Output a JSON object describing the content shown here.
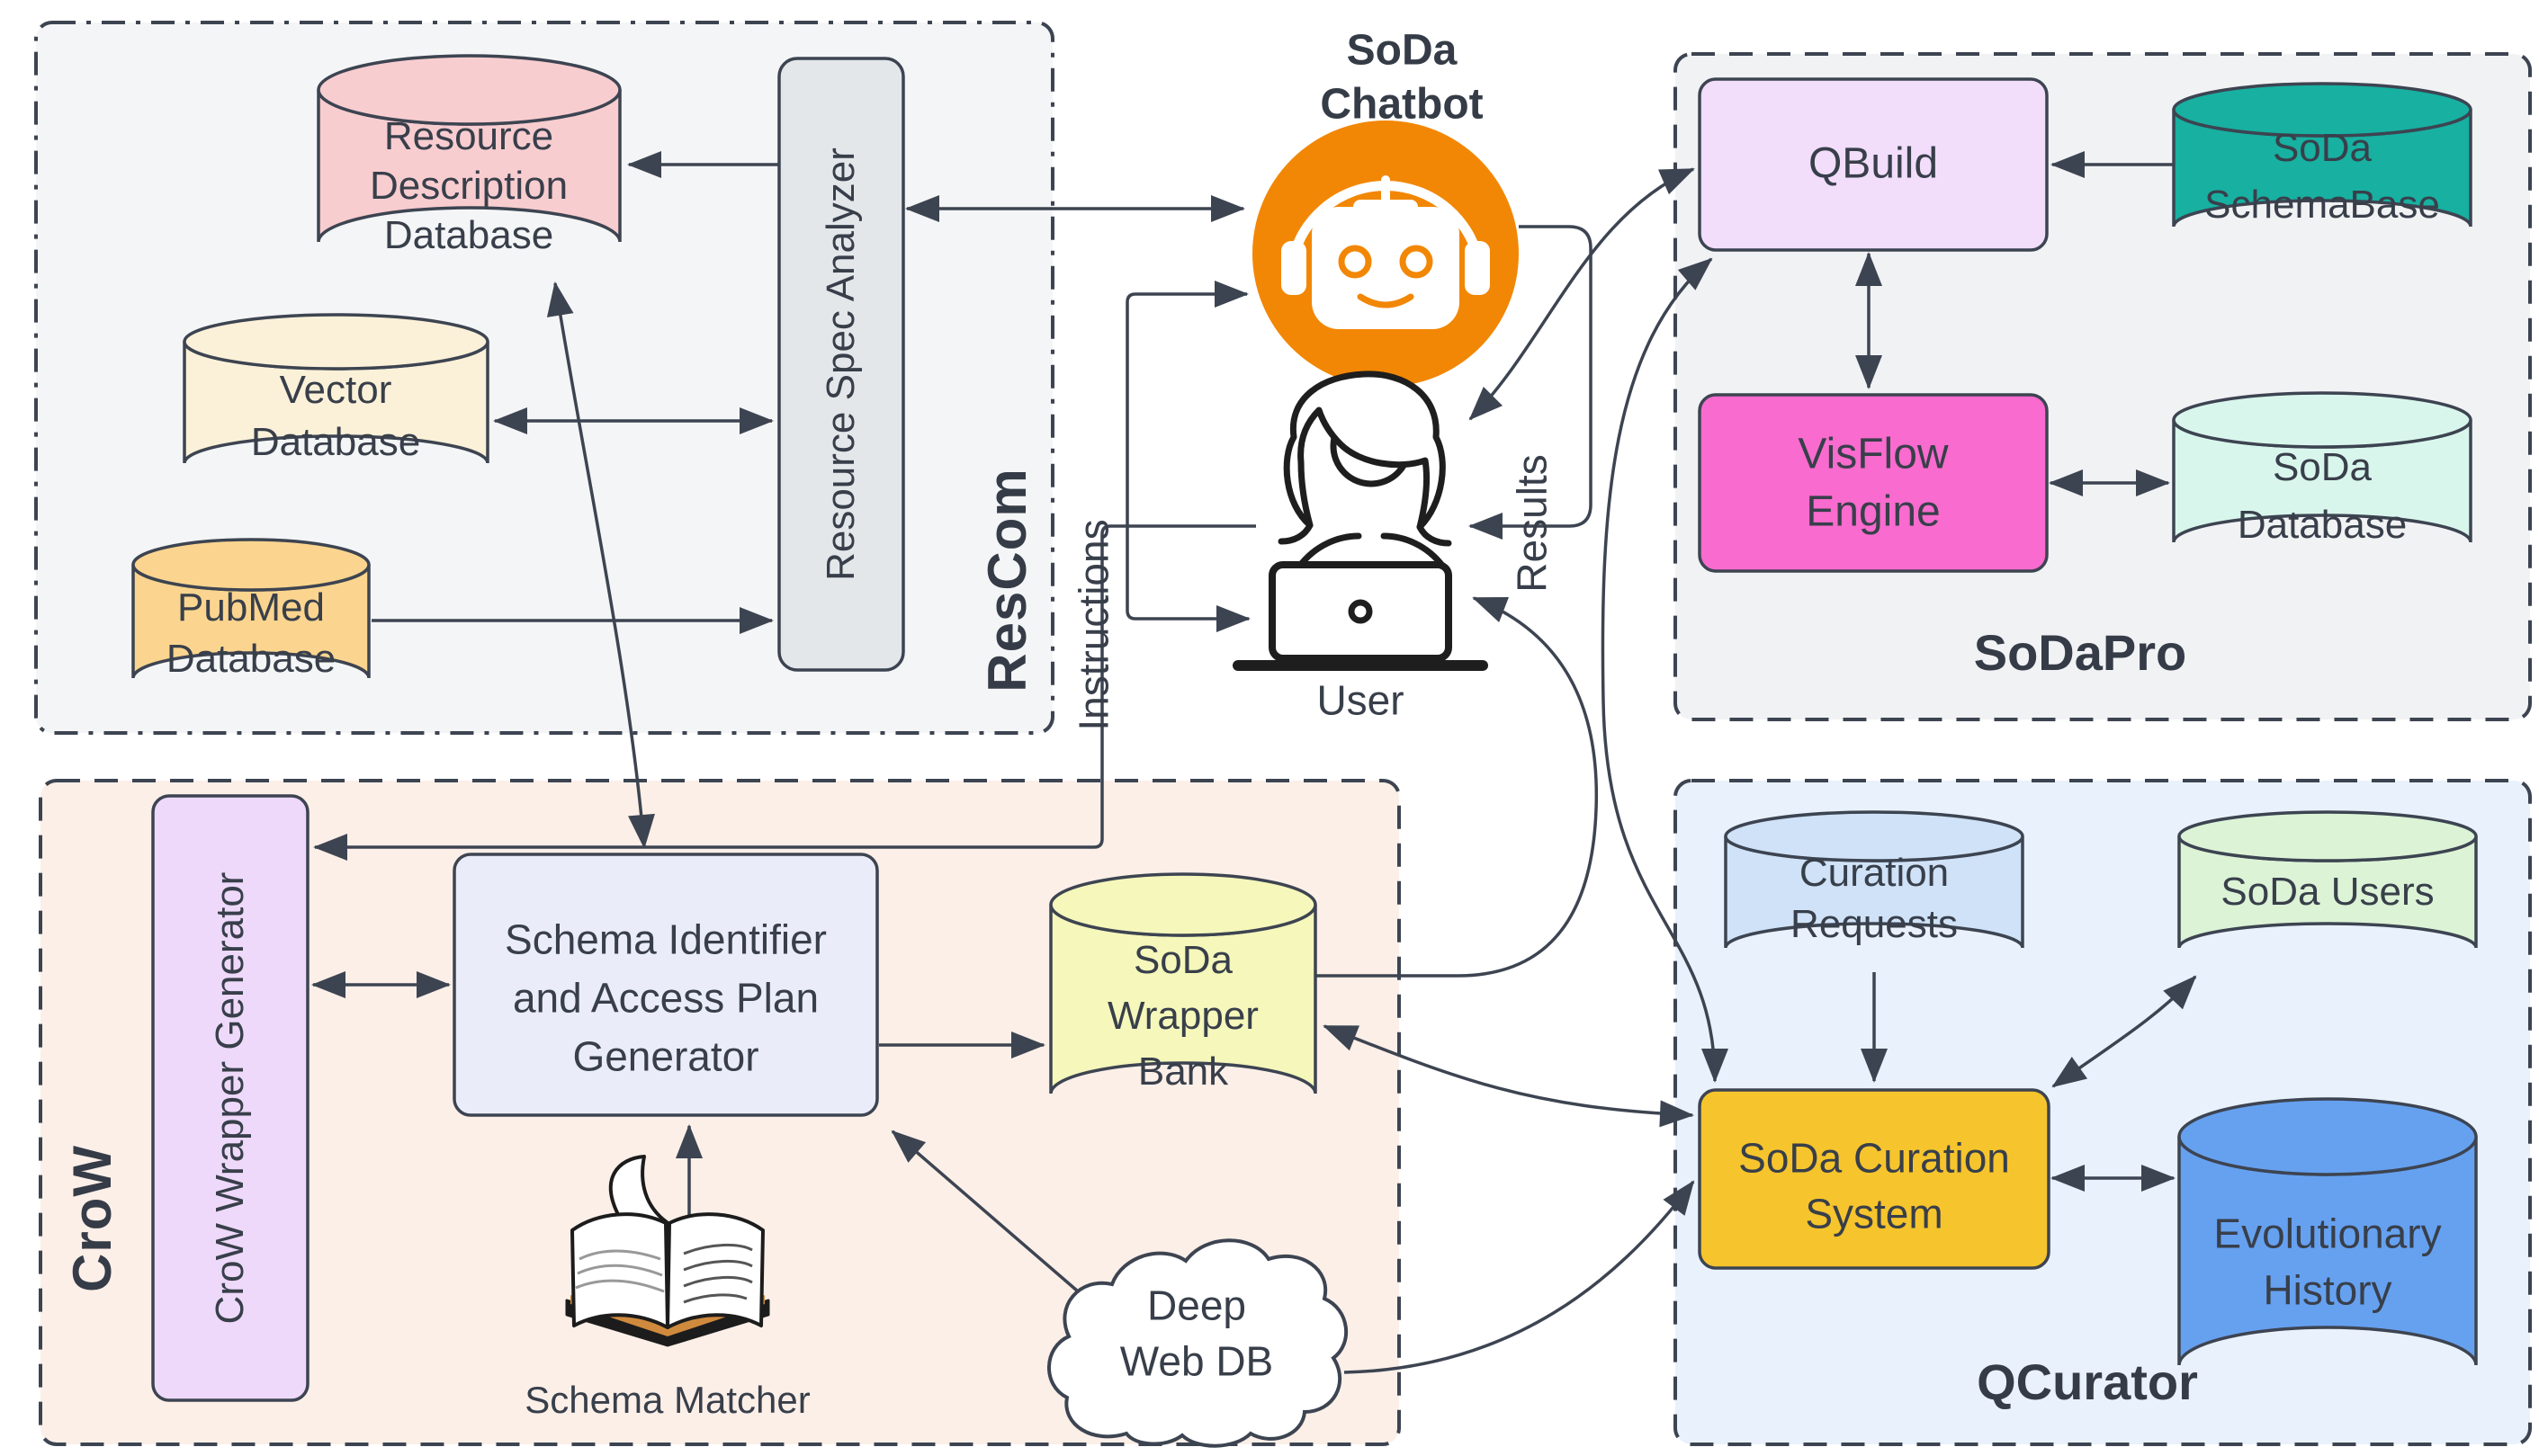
{
  "sections": {
    "rescom": {
      "label": "ResCom"
    },
    "sodapro": {
      "label": "SoDaPro"
    },
    "crow": {
      "label": "CroW"
    },
    "qcurator": {
      "label": "QCurator"
    }
  },
  "chatbot": {
    "title_line1": "SoDa",
    "title_line2": "Chatbot"
  },
  "user": {
    "label": "User"
  },
  "edge_labels": {
    "instructions": "Instructions",
    "results": "Results"
  },
  "nodes": {
    "resource_description_db": {
      "lines": [
        "Resource",
        "Description",
        "Database"
      ]
    },
    "vector_db": {
      "lines": [
        "Vector",
        "Database"
      ]
    },
    "pubmed_db": {
      "lines": [
        "PubMed",
        "Database"
      ]
    },
    "resource_spec_analyzer": {
      "label": "Resource Spec Analyzer"
    },
    "qbuild": {
      "label": "QBuild"
    },
    "soda_schemabase": {
      "lines": [
        "SoDa",
        "SchemaBase"
      ]
    },
    "visflow_engine": {
      "lines": [
        "VisFlow",
        "Engine"
      ]
    },
    "soda_database": {
      "lines": [
        "SoDa",
        "Database"
      ]
    },
    "crow_wrapper_generator": {
      "label": "CroW Wrapper Generator"
    },
    "schema_identifier": {
      "lines": [
        "Schema Identifier",
        "and Access Plan",
        "Generator"
      ]
    },
    "soda_wrapper_bank": {
      "lines": [
        "SoDa",
        "Wrapper",
        "Bank"
      ]
    },
    "schema_matcher": {
      "label": "Schema Matcher"
    },
    "deep_web_db": {
      "lines": [
        "Deep",
        "Web DB"
      ]
    },
    "curation_requests": {
      "lines": [
        "Curation",
        "Requests"
      ]
    },
    "soda_users": {
      "label": "SoDa Users"
    },
    "soda_curation_system": {
      "lines": [
        "SoDa Curation",
        "System"
      ]
    },
    "evolutionary_history": {
      "lines": [
        "Evolutionary",
        "History"
      ]
    }
  },
  "colors": {
    "stroke": "#3d4451",
    "chatbot_orange": "#f28705",
    "rdd_pink": "#f8cdd0",
    "vector_cream": "#fbf1d8",
    "pubmed_orange": "#fbd58f",
    "analyzer_gray": "#e3e7ea",
    "qbuild_lilac": "#f2ddfb",
    "schemabase_teal": "#17b0a1",
    "visflow_pink": "#f96bce",
    "soda_db_mint": "#d9f6ed",
    "crow_wg_purple": "#eed9fa",
    "schema_id_lavender": "#eaecf9",
    "wrapper_bank_yellow": "#f5f7bb",
    "curation_req_blue": "#cfe2f7",
    "soda_users_green": "#dcf3d6",
    "curation_sys_gold": "#f6c42c",
    "evo_history_blue": "#66a1f0",
    "rescom_bg": "#f4f5f6",
    "sodapro_bg": "#f1f2f4",
    "crow_bg": "#fcefe8",
    "qcurator_bg": "#e9f1fc"
  }
}
